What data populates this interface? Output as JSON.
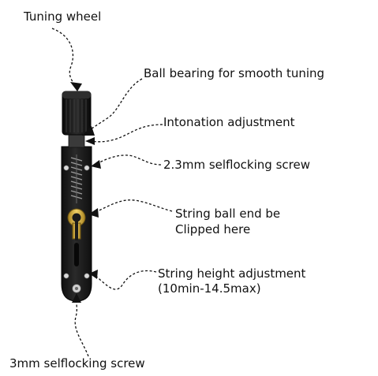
{
  "labels": {
    "tuning_wheel": "Tuning wheel",
    "ball_bearing": "Ball bearing for smooth tuning",
    "intonation": "Intonation adjustment",
    "screw_top": "2.3mm selflocking screw",
    "string_ball_line1": "String ball end be",
    "string_ball_line2": "Clipped here",
    "height_line1": "String height adjustment",
    "height_line2": "(10min-14.5max)",
    "screw_bottom": "3mm selflocking screw"
  },
  "colors": {
    "body": "#1c1c1c",
    "knurl": "#151515",
    "spring": "#9a9a9a",
    "brass": "#d9b13a",
    "text": "#111111"
  }
}
